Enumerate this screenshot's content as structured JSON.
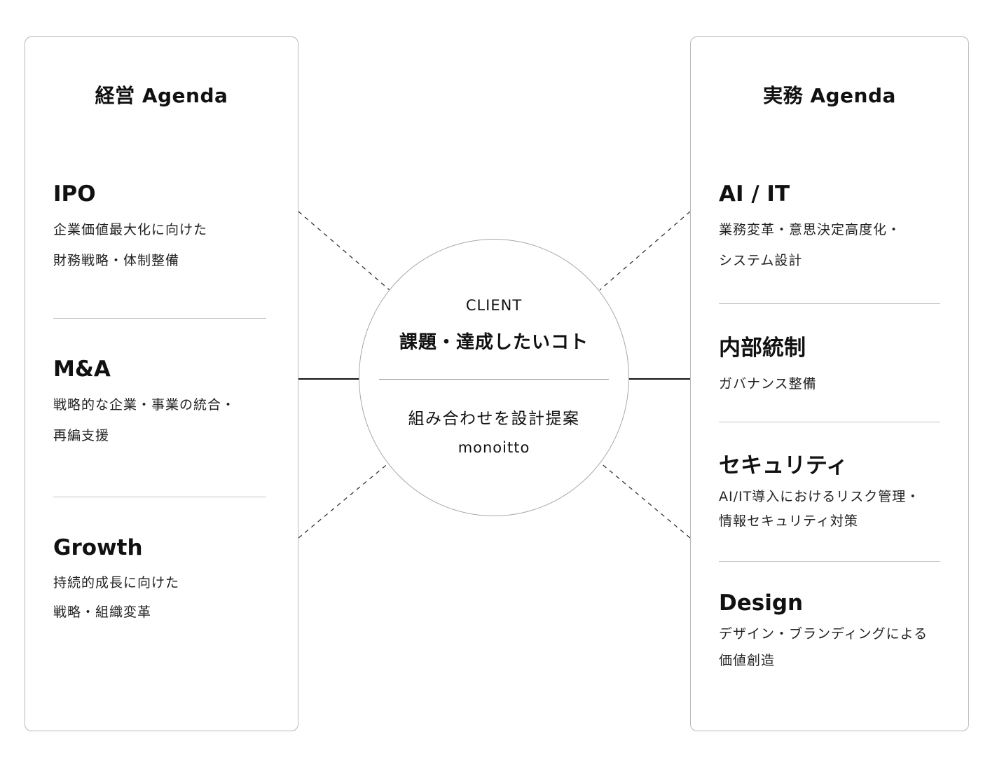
{
  "left_panel": {
    "title": "経営 Agenda",
    "sections": [
      {
        "title": "IPO",
        "desc": [
          "企業価値最大化に向けた",
          "財務戦略・体制整備"
        ]
      },
      {
        "title": "M&A",
        "desc": [
          "戦略的な企業・事業の統合・",
          "再編支援"
        ]
      },
      {
        "title": "Growth",
        "desc": [
          "持続的成長に向けた",
          "戦略・組織変革"
        ]
      }
    ]
  },
  "right_panel": {
    "title": "実務 Agenda",
    "sections": [
      {
        "title": "AI / IT",
        "desc": [
          "業務変革・意思決定高度化・",
          "システム設計"
        ]
      },
      {
        "title": "内部統制",
        "desc": [
          "ガバナンス整備"
        ]
      },
      {
        "title": "セキュリティ",
        "desc": [
          "AI/IT導入におけるリスク管理・",
          "情報セキュリティ対策"
        ]
      },
      {
        "title": "Design",
        "desc": [
          "デザイン・ブランディングによる",
          "価値創造"
        ]
      }
    ]
  },
  "center": {
    "client_label": "CLIENT",
    "challenge": "課題・達成したいコト",
    "proposal": "組み合わせを設計提案",
    "brand": "monoitto"
  },
  "colors": {
    "panel_border": "#b8b8b8",
    "divider": "#c4c4c4",
    "connector_solid": "#111111",
    "connector_dashed": "#333333"
  }
}
